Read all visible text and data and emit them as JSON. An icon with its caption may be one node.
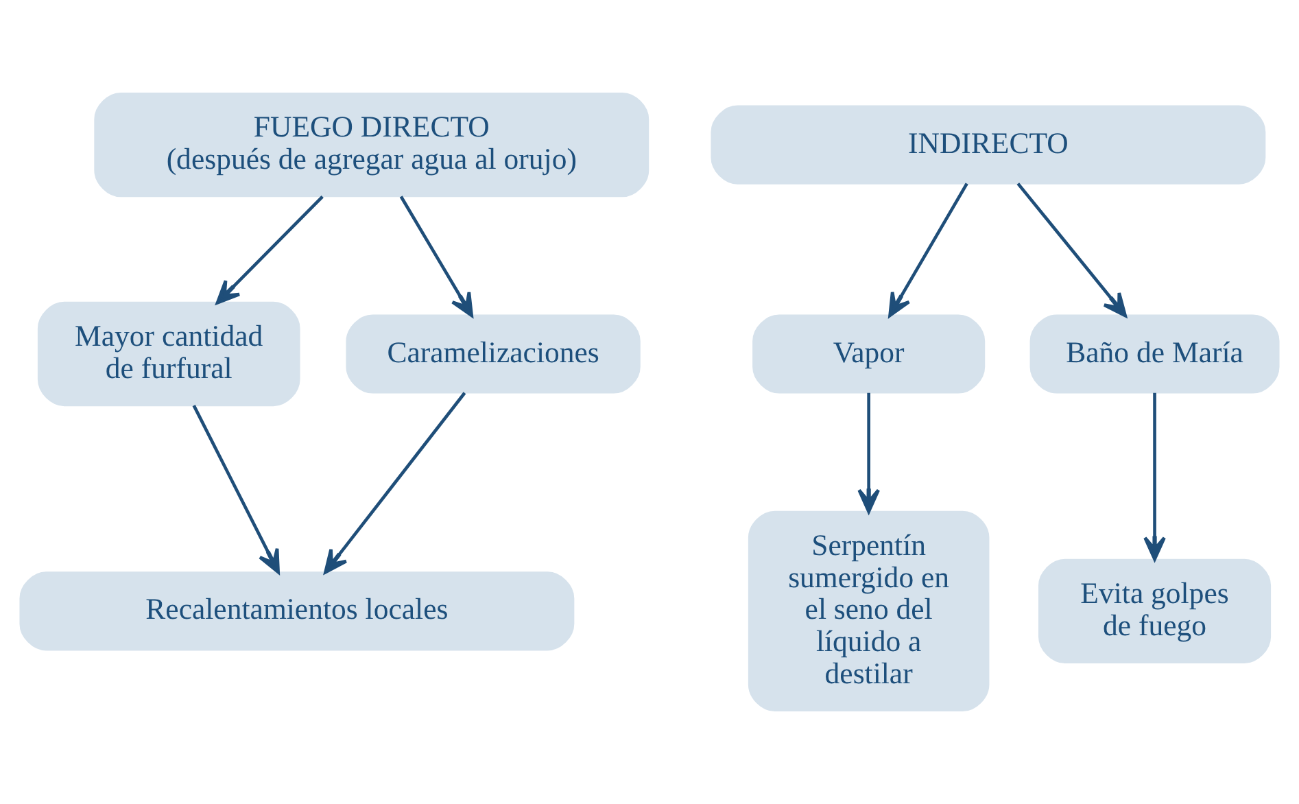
{
  "diagram": {
    "nodes": [
      {
        "text": [
          "FUEGO DIRECTO",
          "(después de agregar agua al orujo)"
        ]
      },
      {
        "text": [
          "INDIRECTO"
        ]
      },
      {
        "text": [
          "Mayor cantidad de furfural"
        ]
      },
      {
        "text": [
          "Caramelizaciones"
        ]
      },
      {
        "text": [
          "Vapor"
        ]
      },
      {
        "text": [
          "Baño de María"
        ]
      },
      {
        "text": [
          "Recalentamientos locales"
        ]
      },
      {
        "text": [
          "Serpentín sumergido en el seno del líquido a destilar"
        ]
      },
      {
        "text": [
          "Evita golpes de fuego"
        ]
      }
    ],
    "edges": [
      {
        "from": 0,
        "to": 2,
        "arrow": "to"
      },
      {
        "from": 0,
        "to": 3,
        "arrow": "to"
      },
      {
        "from": 1,
        "to": 4,
        "arrow": "to"
      },
      {
        "from": 1,
        "to": 5,
        "arrow": "to"
      },
      {
        "from": 2,
        "to": 6,
        "arrow": "to"
      },
      {
        "from": 3,
        "to": 6,
        "arrow": "to"
      },
      {
        "from": 4,
        "to": 7,
        "arrow": "to"
      },
      {
        "from": 5,
        "to": 8,
        "arrow": "to"
      }
    ]
  }
}
